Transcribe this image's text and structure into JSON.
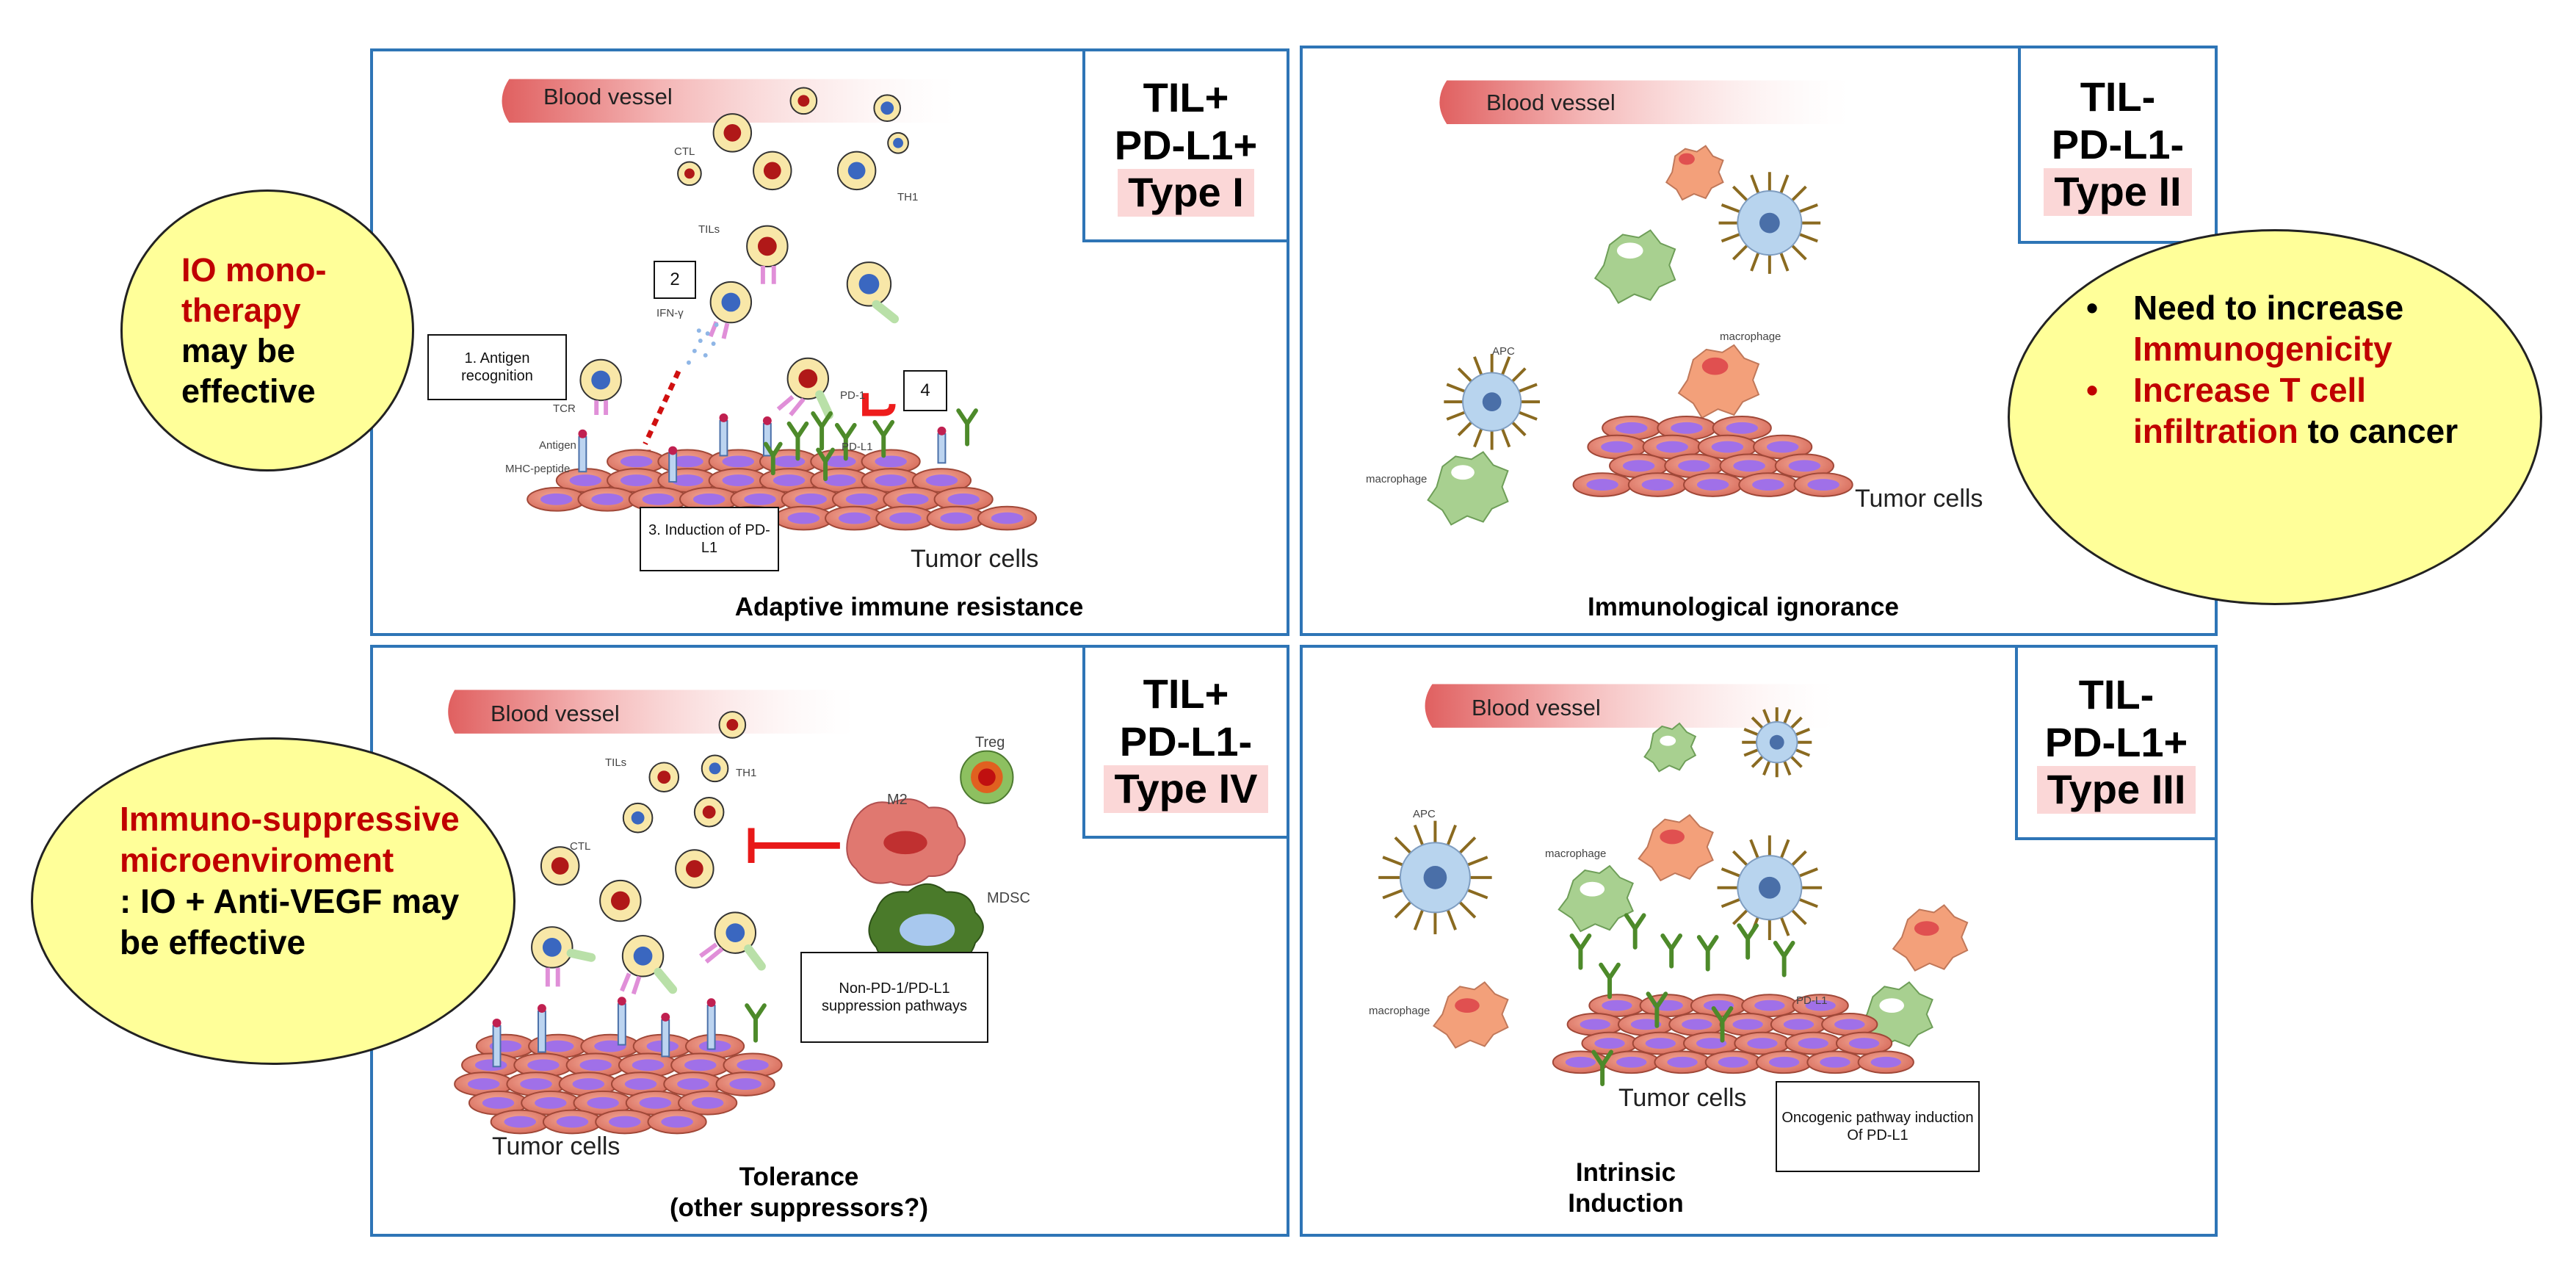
{
  "panels": {
    "type1": {
      "type_line1": "TIL+",
      "type_line2": "PD-L1+",
      "type_line3": "Type I",
      "vessel": "Blood vessel",
      "tumor": "Tumor cells",
      "caption": "Adaptive immune resistance",
      "labels": {
        "ctl": "CTL",
        "tils": "TILs",
        "th1": "TH1",
        "ifn": "IFN-γ",
        "tcr": "TCR",
        "antigen": "Antigen",
        "mhc": "MHC-peptide",
        "pd1": "PD-1",
        "pdl1": "PD-L1"
      },
      "notes": {
        "n1": "1. Antigen recognition",
        "n2": "2",
        "n3": "3. Induction of PD-L1",
        "n4": "4"
      }
    },
    "type2": {
      "type_line1": "TIL-",
      "type_line2": "PD-L1-",
      "type_line3": "Type II",
      "vessel": "Blood vessel",
      "tumor": "Tumor cells",
      "caption": "Immunological ignorance",
      "labels": {
        "apc": "APC",
        "macrophage1": "macrophage",
        "macrophage2": "macrophage"
      }
    },
    "type4": {
      "type_line1": "TIL+",
      "type_line2": "PD-L1-",
      "type_line3": "Type IV",
      "vessel": "Blood vessel",
      "tumor": "Tumor cells",
      "caption_line1": "Tolerance",
      "caption_line2": "(other suppressors?)",
      "labels": {
        "tils": "TILs",
        "th1": "TH1",
        "ctl": "CTL",
        "m2": "M2",
        "mdsc": "MDSC",
        "treg": "Treg"
      },
      "note": "Non-PD-1/PD-L1 suppression pathways"
    },
    "type3": {
      "type_line1": "TIL-",
      "type_line2": "PD-L1+",
      "type_line3": "Type III",
      "vessel": "Blood vessel",
      "tumor": "Tumor cells",
      "caption_line1": "Intrinsic",
      "caption_line2": "Induction",
      "labels": {
        "apc": "APC",
        "macrophage1": "macrophage",
        "macrophage2": "macrophage",
        "pdl1": "PD-L1"
      },
      "note": "Oncogenic pathway induction Of PD-L1"
    }
  },
  "callouts": {
    "io_mono": {
      "red": "IO mono-therapy",
      "black": "may be effective"
    },
    "need": {
      "item1": "Need to increase",
      "item1_red": "Immunogenicity",
      "item2_red": "Increase T cell infiltration",
      "item2_black": "to cancer"
    },
    "immuno": {
      "red": "Immuno-suppressive microenviroment",
      "black": ": IO + Anti-VEGF may be effective"
    }
  },
  "colors": {
    "panel_border": "#2e75b6",
    "callout_fill": "#ffff99",
    "accent_red": "#c00000",
    "type_highlight": "#fbd7d7",
    "tumor_cell": "#e8887a",
    "tumor_nucleus": "#a070e8"
  }
}
